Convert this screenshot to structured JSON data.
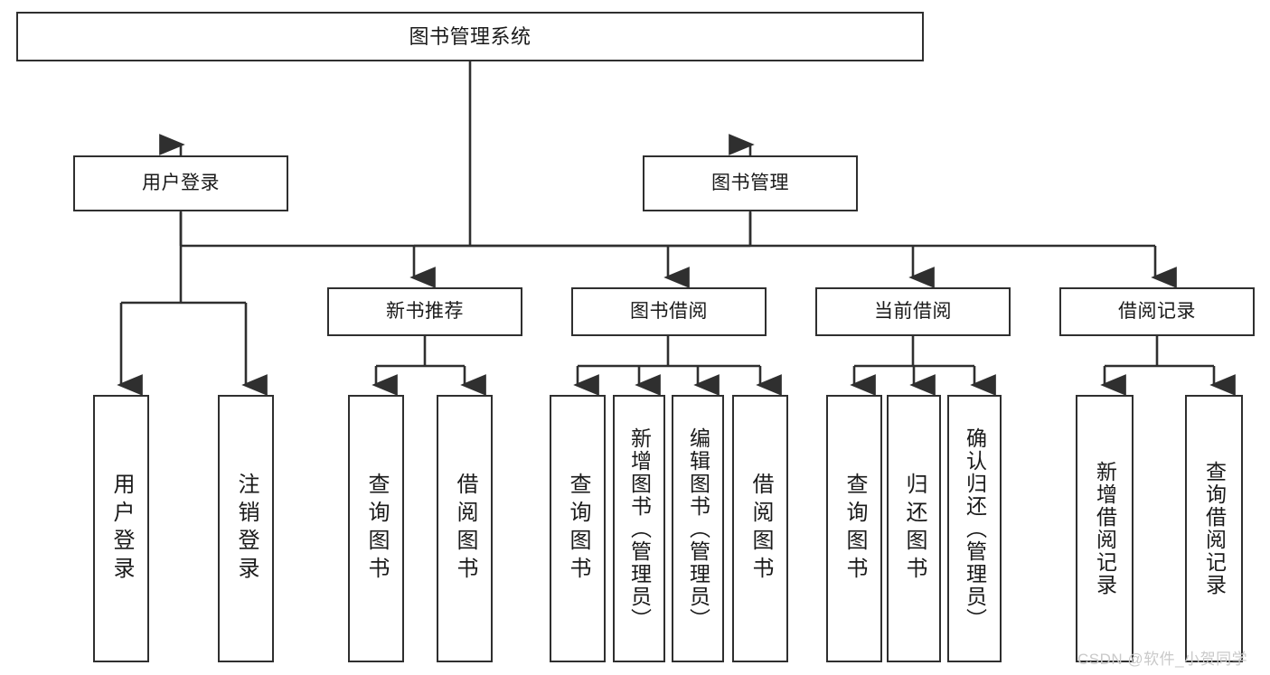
{
  "diagram": {
    "title": "图书管理系统",
    "type": "hierarchy-tree",
    "root": {
      "label": "图书管理系统"
    },
    "level2": [
      {
        "label": "用户登录"
      },
      {
        "label": "图书管理"
      }
    ],
    "level3": [
      {
        "label": "新书推荐"
      },
      {
        "label": "图书借阅"
      },
      {
        "label": "当前借阅"
      },
      {
        "label": "借阅记录"
      }
    ],
    "leaves": {
      "user_login": [
        {
          "label": "用户登录"
        },
        {
          "label": "注销登录"
        }
      ],
      "new_book_recommend": [
        {
          "label": "查询图书"
        },
        {
          "label": "借阅图书"
        }
      ],
      "book_borrow": [
        {
          "label": "查询图书"
        },
        {
          "label": "新增图书（管理员）"
        },
        {
          "label": "编辑图书（管理员）"
        },
        {
          "label": "借阅图书"
        }
      ],
      "current_borrow": [
        {
          "label": "查询图书"
        },
        {
          "label": "归还图书"
        },
        {
          "label": "确认归还（管理员）"
        }
      ],
      "borrow_record": [
        {
          "label": "新增借阅记录"
        },
        {
          "label": "查询借阅记录"
        }
      ]
    }
  },
  "watermark": {
    "text": "CSDN @软件_小贺同学"
  },
  "colors": {
    "stroke": "#2f2f2f",
    "fill": "#ffffff",
    "text": "#1a1a1a",
    "watermark": "#c9c9c9"
  }
}
